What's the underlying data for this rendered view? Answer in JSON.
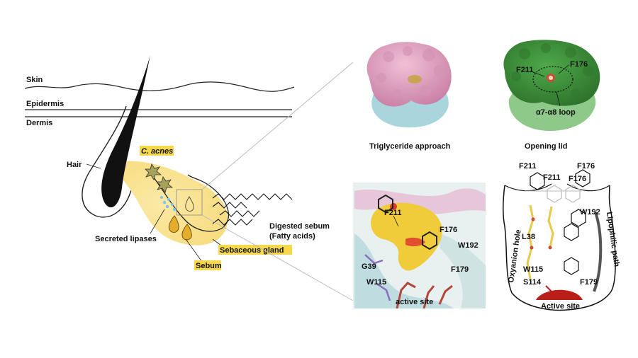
{
  "skin_diagram": {
    "skin": "Skin",
    "epidermis": "Epidermis",
    "dermis": "Dermis",
    "hair": "Hair",
    "c_acnes": "C. acnes",
    "secreted_lipases": "Secreted lipases",
    "sebaceous_gland": "Sebaceous gland",
    "sebum": "Sebum",
    "digested_sebum_line1": "Digested sebum",
    "digested_sebum_line2": "(Fatty acids)"
  },
  "panels": {
    "triglyceride_approach": "Triglyceride approach",
    "opening_lid": "Opening lid",
    "f211": "F211",
    "f176": "F176",
    "loop": "α7-α8 loop"
  },
  "closeup": {
    "f211": "F211",
    "f176": "F176",
    "w192": "W192",
    "g39": "G39",
    "f179": "F179",
    "w115": "W115",
    "active_site": "active site"
  },
  "schematic": {
    "f211": "F211",
    "f211_faded": "F211",
    "f176": "F176",
    "f176_faded": "F176",
    "w192": "W192",
    "l38": "L38",
    "w115": "W115",
    "s114": "S114",
    "f179": "F179",
    "oxyanion_hole": "Oxyanion hole",
    "lipophilic_path": "Lipophilic path",
    "active_site": "Active site"
  },
  "colors": {
    "sebum_yellow": "#f7e08a",
    "pink_surface": "#e3a4c2",
    "cyan_surface": "#a9d6dc",
    "green_surface": "#3d8f3a",
    "purple_label": "#7a52b8",
    "red_label": "#c0201a"
  }
}
